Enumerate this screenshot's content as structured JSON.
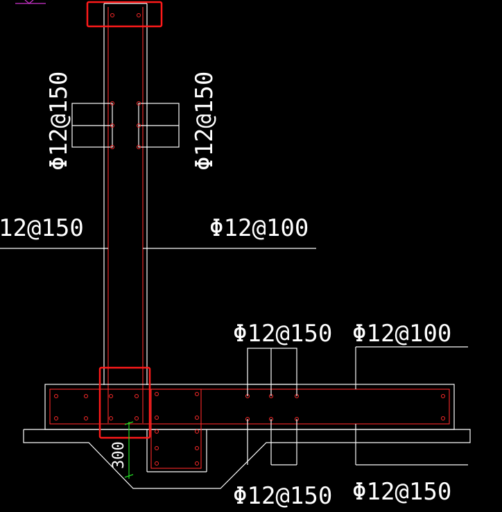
{
  "labels": {
    "wall_left": "Φ12@150",
    "wall_right": "Φ12@150",
    "slab_left_top": "12@150",
    "slab_right_top": "Φ12@100",
    "base_mid_top": "Φ12@150",
    "base_right_top": "Φ12@100",
    "base_mid_bottom": "Φ12@150",
    "base_right_bottom": "Φ12@150",
    "thickness_dim": "300"
  },
  "colors": {
    "background": "#000000",
    "outline": "#ffffff",
    "rebar": "#ff2a2a",
    "highlight": "#ff1a1a",
    "dimension": "#22dd22",
    "mark": "#cc33cc"
  }
}
